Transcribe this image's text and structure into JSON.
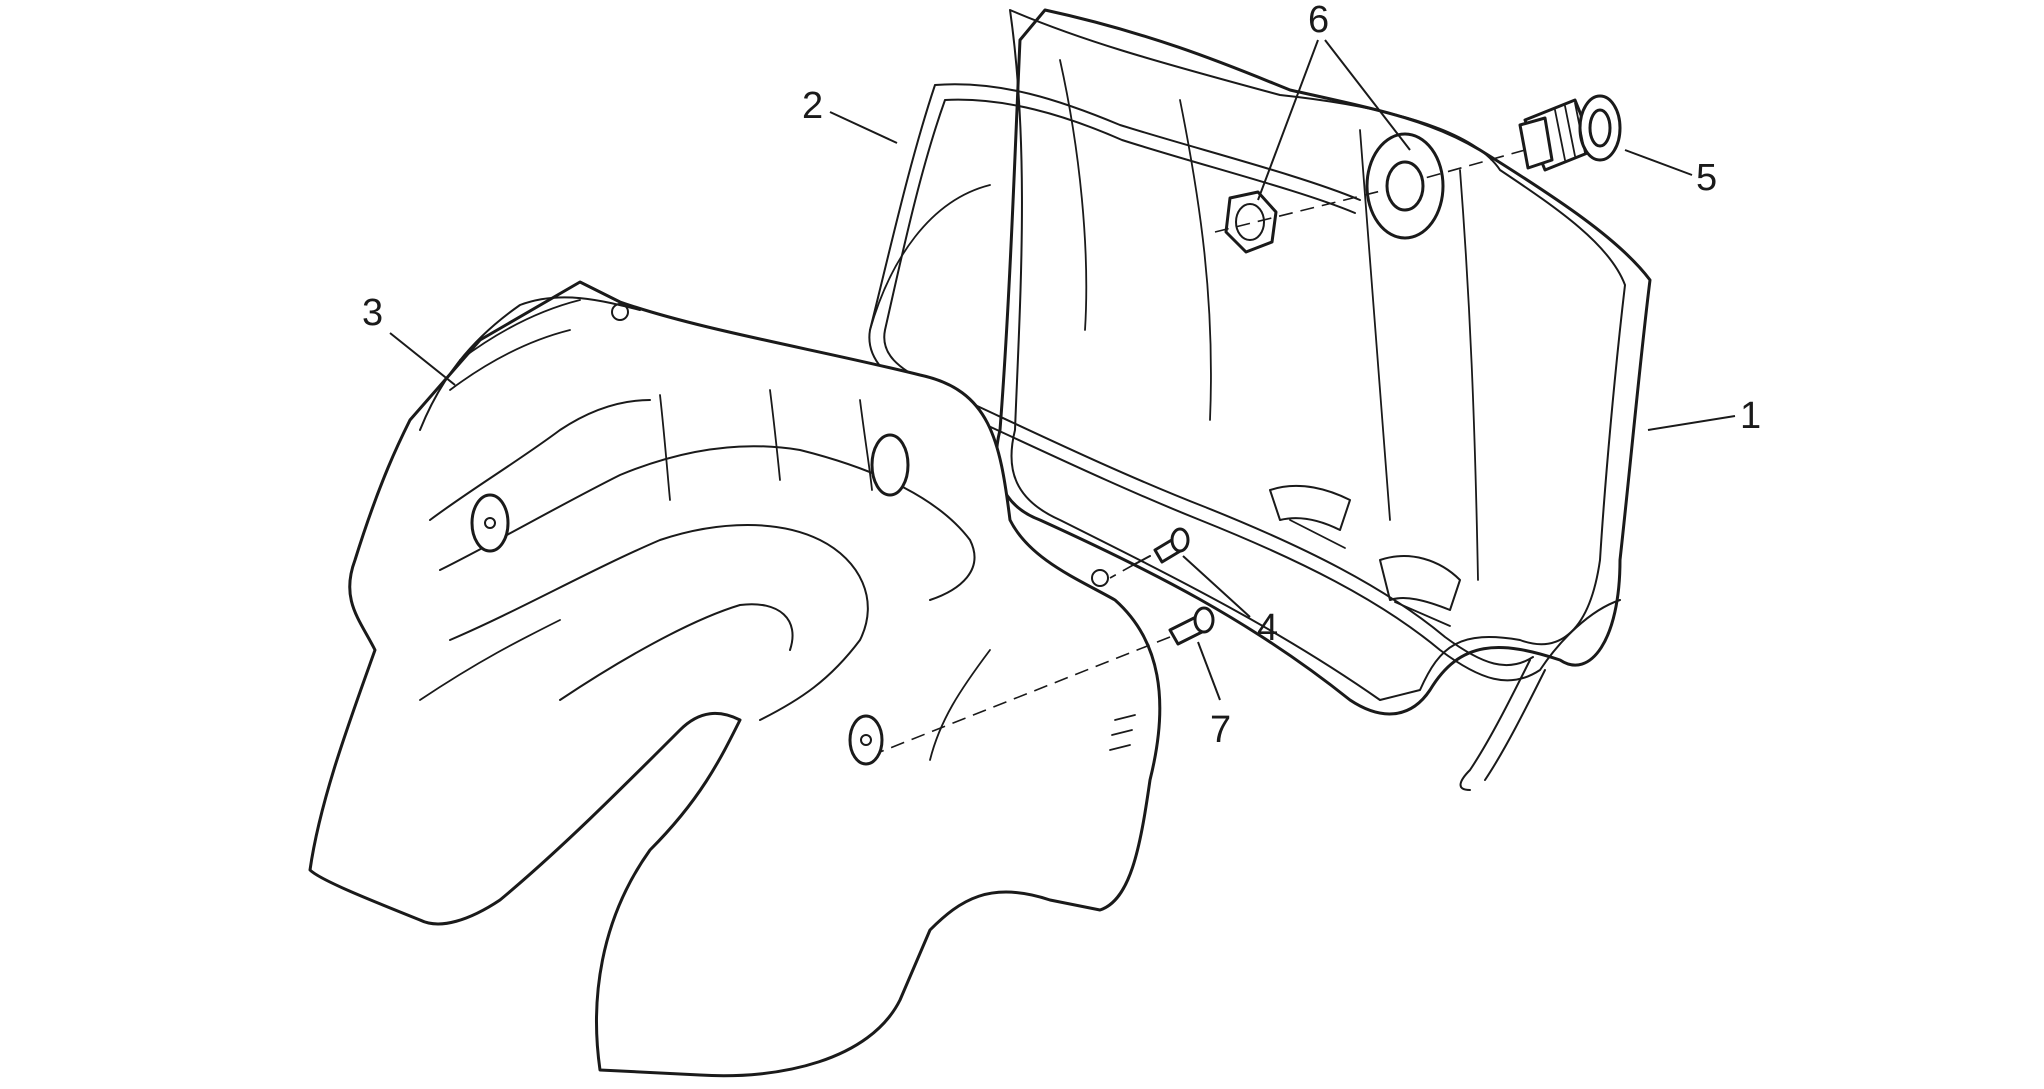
{
  "diagram": {
    "callouts": {
      "part_1": "1",
      "part_2": "2",
      "part_3": "3",
      "part_4": "4",
      "part_5": "5",
      "part_6": "6",
      "part_7": "7"
    },
    "colors": {
      "line": "#1a1a1a",
      "background": "#ffffff"
    }
  }
}
